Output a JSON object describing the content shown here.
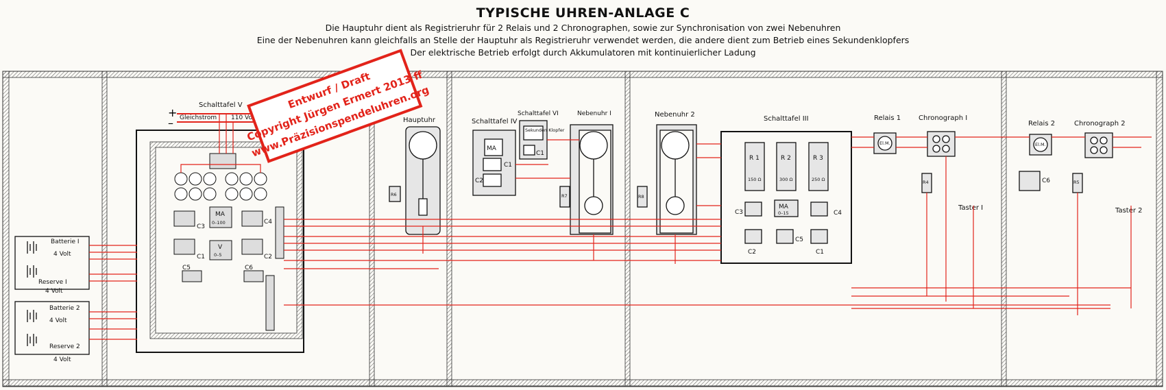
{
  "header": {
    "title": "TYPISCHE UHREN-ANLAGE C",
    "line1": "Die Hauptuhr dient als Registrieruhr für 2 Relais und 2 Chronographen, sowie zur Synchronisation von zwei Nebenuhren",
    "line2": "Eine der Nebenuhren kann gleichfalls an Stelle der Hauptuhr als Registrieruhr verwendet werden, die andere dient zum Betrieb eines Sekundenklopfers",
    "line3": "Der elektrische Betrieb erfolgt durch Akkumulatoren mit kontinuierlicher Ladung"
  },
  "watermark": {
    "line1": "Entwurf / Draft",
    "line2": "Copyright Jürgen Ermert 2013 ff",
    "line3": "www.Präzisionspendeluhren.org"
  },
  "colors": {
    "wire": "#e2231a",
    "frame": "#222222",
    "panel_fill": "#e6e6e6",
    "paper": "#fbfaf6"
  },
  "labels": {
    "schalttafel_v": "Schalttafel V",
    "plus": "+",
    "minus": "–",
    "gleichstrom": "Gleichstrom",
    "volt110": "110 Volt",
    "batterie1": "Batterie I",
    "reserve1": "Reserve I",
    "batterie2": "Batterie 2",
    "reserve2": "Reserve 2",
    "volt4": "4 Volt",
    "hauptuhr": "Hauptuhr",
    "schalttafel_iv": "Schalttafel IV",
    "schalttafel_vi": "Schalttafel VI",
    "nebenuhr1": "Nebenuhr I",
    "nebenuhr2": "Nebenuhr 2",
    "schalttafel_iii": "Schalttafel III",
    "relais1": "Relais 1",
    "chronograph1": "Chronograph I",
    "relais2": "Relais 2",
    "chronograph2": "Chronograph 2",
    "taster1": "Taster I",
    "taster2": "Taster 2",
    "sekundenklopfer": "Sekunden Klopfer",
    "ma": "MA",
    "ma_range_100": "0–100",
    "ma_range_15": "0–15",
    "v": "V",
    "v_range": "0–5",
    "c1": "C1",
    "c2": "C2",
    "c3": "C3",
    "c4": "C4",
    "c5": "C5",
    "c6": "C6",
    "r1": "R 1",
    "r2": "R 2",
    "r3": "R 3",
    "r4": "R4",
    "r5": "R5",
    "r6": "R6",
    "r7": "R7",
    "r8": "R8",
    "r1_val": "150 Ω",
    "r2_val": "300 Ω",
    "r3_val": "250 Ω",
    "elm": "El.M."
  }
}
